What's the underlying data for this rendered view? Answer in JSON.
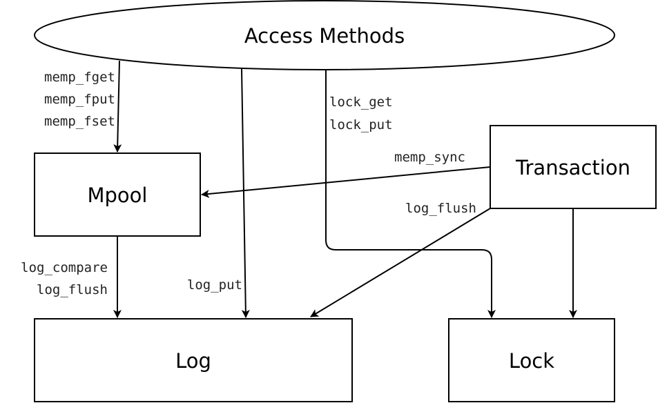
{
  "nodes": {
    "access_methods": "Access Methods",
    "mpool": "Mpool",
    "transaction": "Transaction",
    "log": "Log",
    "lock": "Lock"
  },
  "edge_labels": {
    "memp_fget": "memp_fget",
    "memp_fput": "memp_fput",
    "memp_fset": "memp_fset",
    "lock_get": "lock_get",
    "lock_put": "lock_put",
    "memp_sync": "memp_sync",
    "log_flush_txn": "log_flush",
    "log_compare": "log_compare",
    "log_flush_mpool": "log_flush",
    "log_put": "log_put"
  }
}
